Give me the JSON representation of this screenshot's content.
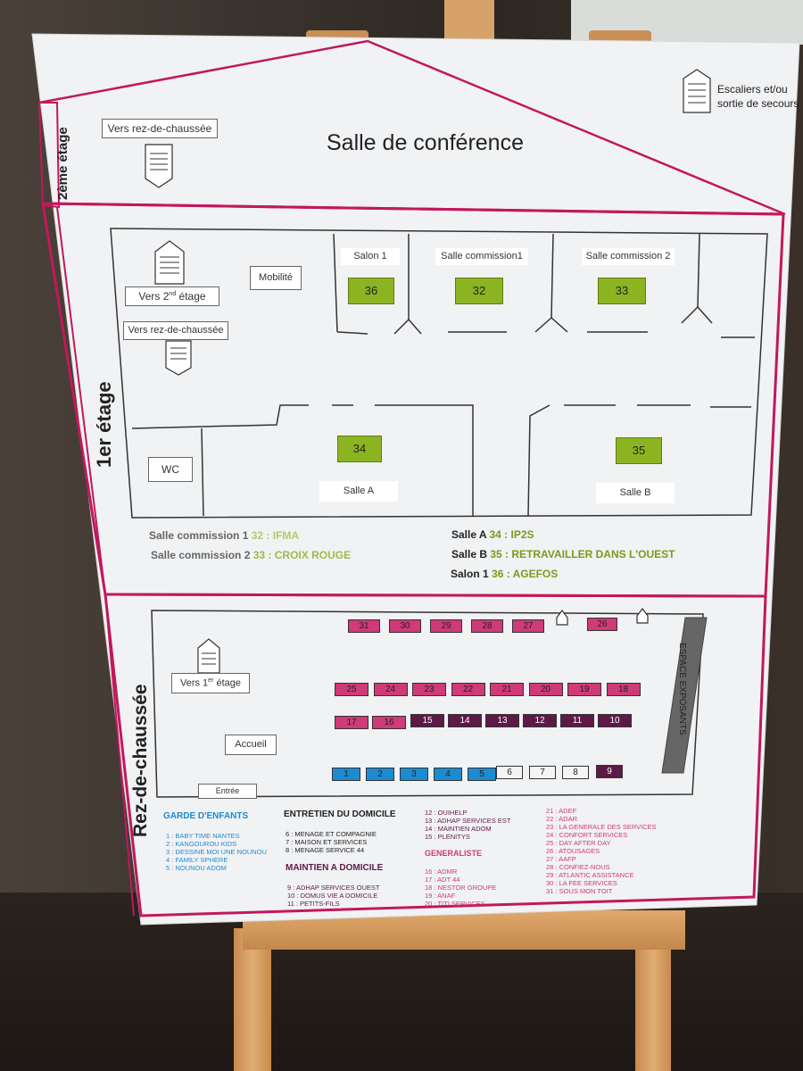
{
  "title": "Salle de conférence",
  "emergency": {
    "line1": "Escaliers et/ou",
    "line2": "sortie de secours"
  },
  "floors": {
    "second": "2ème étage",
    "first": "1er étage",
    "ground": "Rez-de-chaussée"
  },
  "second_floor": {
    "stairs_label": "Vers rez-de-chaussée"
  },
  "first_floor": {
    "stairs_up_label": "Vers 2",
    "stairs_up_sup": "nd",
    "stairs_up_rest": " étage",
    "stairs_down_label": "Vers rez-de-chaussée",
    "mobilite": "Mobilité",
    "wc": "WC",
    "rooms": {
      "salon1": "Salon 1",
      "commission1": "Salle commission1",
      "commission2": "Salle commission 2",
      "salleA": "Salle A",
      "salleB": "Salle B"
    },
    "room_numbers": {
      "salon1": "36",
      "commission1": "32",
      "commission2": "33",
      "salleA": "34",
      "salleB": "35"
    },
    "assignments": [
      {
        "room": "Salle commission 1",
        "num": "32 : IFMA"
      },
      {
        "room": "Salle commission 2",
        "num": "33 : CROIX ROUGE"
      },
      {
        "room": "Salle A",
        "num": "34 : IP2S"
      },
      {
        "room": "Salle B",
        "num": "35 : RETRAVAILLER DANS L'OUEST"
      },
      {
        "room": "Salon 1",
        "num": "36 : AGEFOS"
      }
    ]
  },
  "ground_floor": {
    "stairs_label": "Vers 1",
    "stairs_sup": "er",
    "stairs_rest": " étage",
    "accueil": "Accueil",
    "entree": "Entrée",
    "espace": "ESPACE EXPOSANTS",
    "row_top": [
      "31",
      "30",
      "29",
      "28",
      "27",
      "26"
    ],
    "row_mid": [
      "25",
      "24",
      "23",
      "22",
      "21",
      "20",
      "19",
      "18"
    ],
    "row_low_pink": [
      "17",
      "16"
    ],
    "row_low_purple": [
      "15",
      "14",
      "13",
      "12",
      "11",
      "10"
    ],
    "row_bottom_blue": [
      "1",
      "2",
      "3",
      "4",
      "5"
    ],
    "row_bottom_white": [
      "6",
      "7",
      "8"
    ],
    "row_bottom_purple": [
      "9"
    ]
  },
  "legend": {
    "garde_title": "GARDE D'ENFANTS",
    "garde": [
      "1 : BABY TIME NANTES",
      "2 : KANGOUROU KIDS",
      "3 : DESSINE MOI UNE NOUNOU",
      "4 : FAMILY SPHERE",
      "5 : NOUNOU ADOM"
    ],
    "entretien_title": "ENTRETIEN DU DOMICILE",
    "entretien": [
      "6 : MENAGE ET COMPAGNIE",
      "7 : MAISON ET SERVICES",
      "8 : MENAGE SERVICE 44"
    ],
    "maintien_title": "MAINTIEN A DOMICILE",
    "maintien": [
      "9 : ADHAP SERVICES OUEST",
      "10 : DOMUS VIE A DOMICILE",
      "11 : PETITS-FILS"
    ],
    "col3_top": [
      "12 : OUIHELP",
      "13 : ADHAP SERVICES EST",
      "14 : MAINTIEN ADOM",
      "15 : PLENITYS"
    ],
    "generaliste_title": "GENERALISTE",
    "generaliste": [
      "16 : ADMR",
      "17 : ADT 44",
      "18 : NESTOR GROUPE",
      "19 : ANAF",
      "20 : TITI SERVICES"
    ],
    "col4": [
      "21 : ADEF",
      "22 : ADAR",
      "23 : LA GENERALE DES SERVICES",
      "24 : CONFORT SERVICES",
      "25 : DAY AFTER DAY",
      "26 : ATOUSAGES",
      "27 : AAFP",
      "28 : CONFIEZ-NOUS",
      "29 : ATLANTIC ASSISTANCE",
      "30 : LA FEE SERVICES",
      "31 : SOUS MON TOIT"
    ]
  },
  "colors": {
    "magenta": "#c2185b",
    "green": "#8cb421",
    "blue": "#1d8bd1",
    "purple": "#5e1a46"
  }
}
